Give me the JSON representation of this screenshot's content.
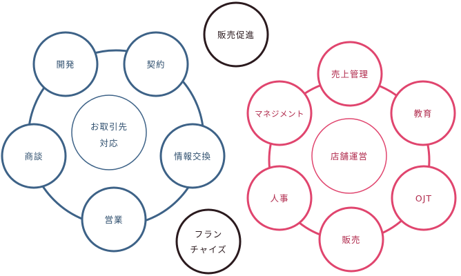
{
  "blue_cluster": {
    "center": [
      "お取引先",
      "対応"
    ],
    "nodes": [
      "開発",
      "契約",
      "情報交換",
      "営業",
      "商談"
    ],
    "color": "#3d6287"
  },
  "red_cluster": {
    "center": "店舗運営",
    "nodes": [
      "売上管理",
      "教育",
      "OJT",
      "販売",
      "人事",
      "マネジメント"
    ],
    "color": "#e0456e"
  },
  "standalone": {
    "top": "販売促進",
    "bottom": [
      "フラン",
      "チャイズ"
    ],
    "color": "#2b1a1e"
  }
}
